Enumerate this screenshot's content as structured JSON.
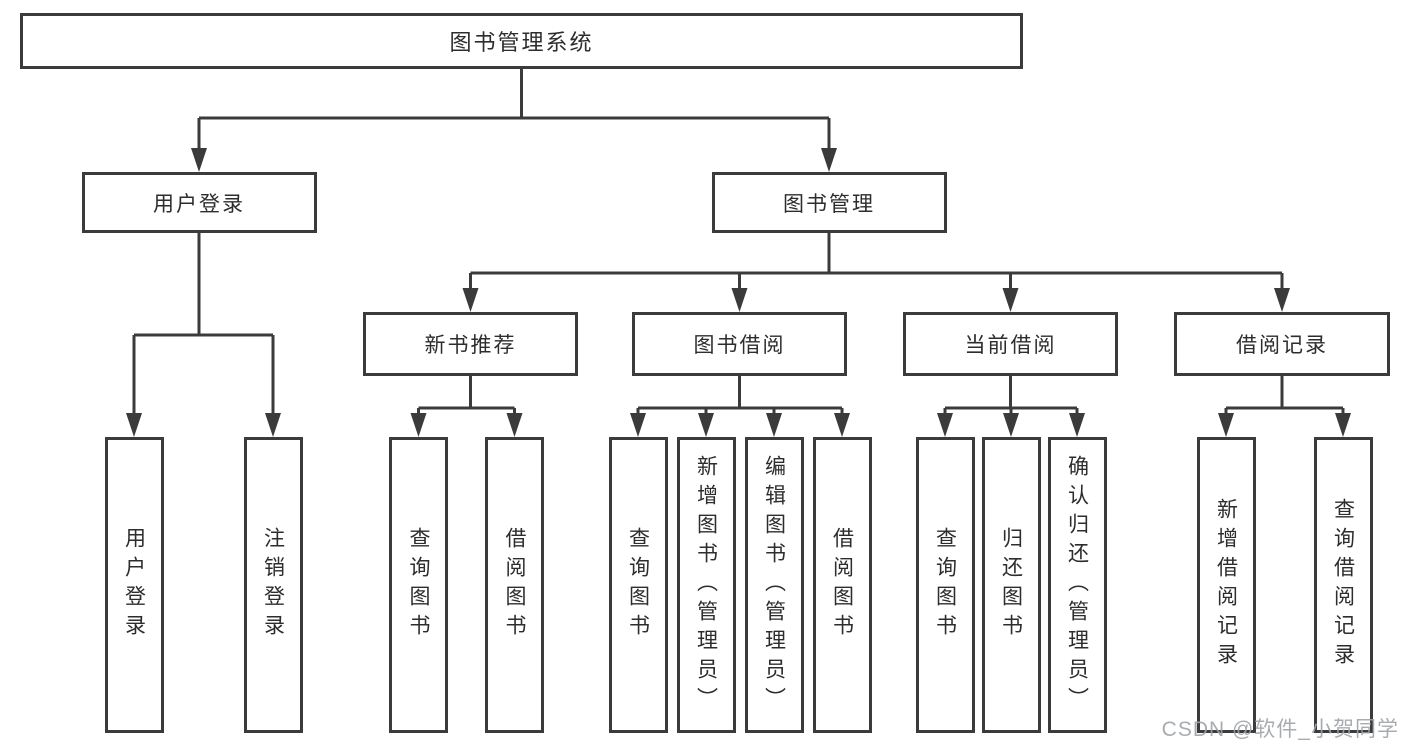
{
  "colors": {
    "line": "#3b3b3b",
    "text": "#2d2d2d",
    "watermark": "#9fa4a8",
    "background": "#ffffff"
  },
  "diagram": {
    "root": "图书管理系统",
    "branches": [
      {
        "label": "用户登录",
        "leaves": [
          "用户登录",
          "注销登录"
        ]
      },
      {
        "label": "图书管理",
        "groups": [
          {
            "label": "新书推荐",
            "leaves": [
              "查询图书",
              "借阅图书"
            ]
          },
          {
            "label": "图书借阅",
            "leaves": [
              "查询图书",
              "新增图书（管理员）",
              "编辑图书（管理员）",
              "借阅图书"
            ]
          },
          {
            "label": "当前借阅",
            "leaves": [
              "查询图书",
              "归还图书",
              "确认归还（管理员）"
            ]
          },
          {
            "label": "借阅记录",
            "leaves": [
              "新增借阅记录",
              "查询借阅记录"
            ]
          }
        ]
      }
    ]
  },
  "watermark": "CSDN @软件_小贺同学"
}
